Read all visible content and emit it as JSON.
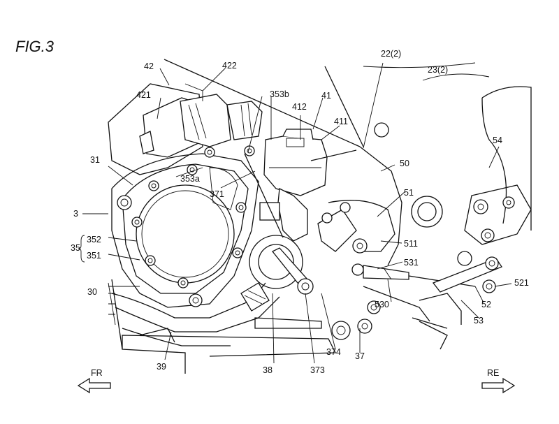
{
  "figure_title": "FIG.3",
  "labels": {
    "l42": "42",
    "l422": "422",
    "l421": "421",
    "l353b": "353b",
    "l41": "41",
    "l412": "412",
    "l411": "411",
    "l22": "22(2)",
    "l23": "23(2)",
    "l31": "31",
    "l54": "54",
    "l50": "50",
    "l353a": "353a",
    "l371": "371",
    "l3": "3",
    "l51": "51",
    "l352": "352",
    "l35": "35",
    "l351": "351",
    "l511": "511",
    "l531": "531",
    "l30": "30",
    "l521": "521",
    "l530": "530",
    "l52": "52",
    "l53": "53",
    "l39": "39",
    "l374": "374",
    "l37": "37",
    "l38": "38",
    "l373": "373"
  },
  "directions": {
    "front": "FR",
    "rear": "RE"
  }
}
